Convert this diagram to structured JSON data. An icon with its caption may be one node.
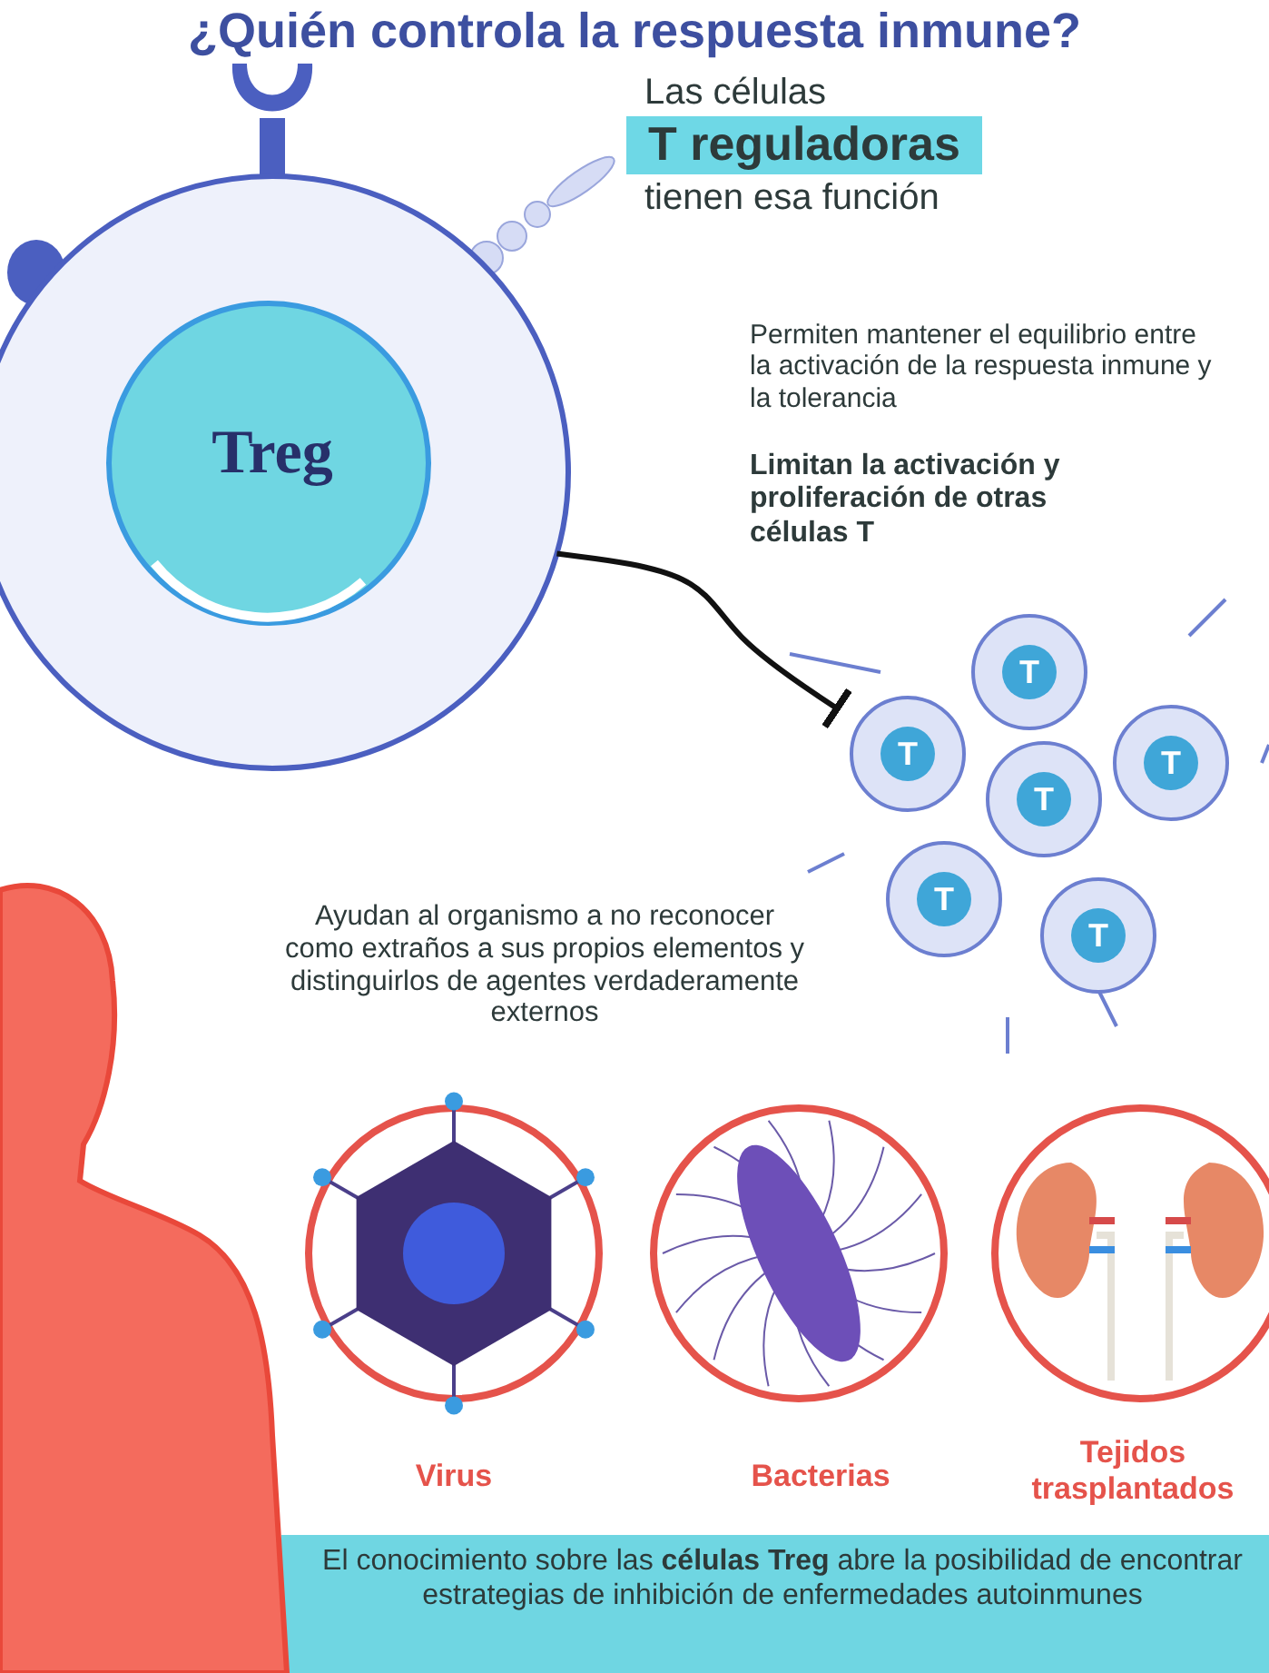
{
  "diagram": {
    "title": "¿Quién controla la respuesta inmune?",
    "caption": "El conocimiento sobre las **células Treg** abre la posibilidad de encontrar estrategias de inhibición de enfermedades autoinmunes",
    "nodes": [
      {
        "text": [
          "Treg"
        ]
      },
      {
        "text": [],
        "shape": "picture"
      },
      {
        "text": [
          "T"
        ],
        "in": 1
      },
      {
        "text": [
          "T"
        ],
        "in": 1
      },
      {
        "text": [
          "T"
        ],
        "in": 1
      },
      {
        "text": [
          "T"
        ],
        "in": 1
      },
      {
        "text": [
          "T"
        ],
        "in": 1
      },
      {
        "text": [
          "T"
        ],
        "in": 1
      }
    ],
    "edges": [
      {
        "from": 0,
        "to": 1,
        "arrow": "other"
      }
    ],
    "labels": [
      "Las células",
      "T reguladoras",
      "tienen esa función",
      "Permiten mantener el equilibrio entre la activación de la respuesta inmune y la tolerancia",
      "Limitan la activación y proliferación de otras células T",
      "Ayudan al organismo a no reconocer como extraños a sus propios elementos y distinguirlos de agentes verdaderamente externos",
      "Virus",
      "Bacterias",
      "Tejidos trasplantados"
    ]
  }
}
